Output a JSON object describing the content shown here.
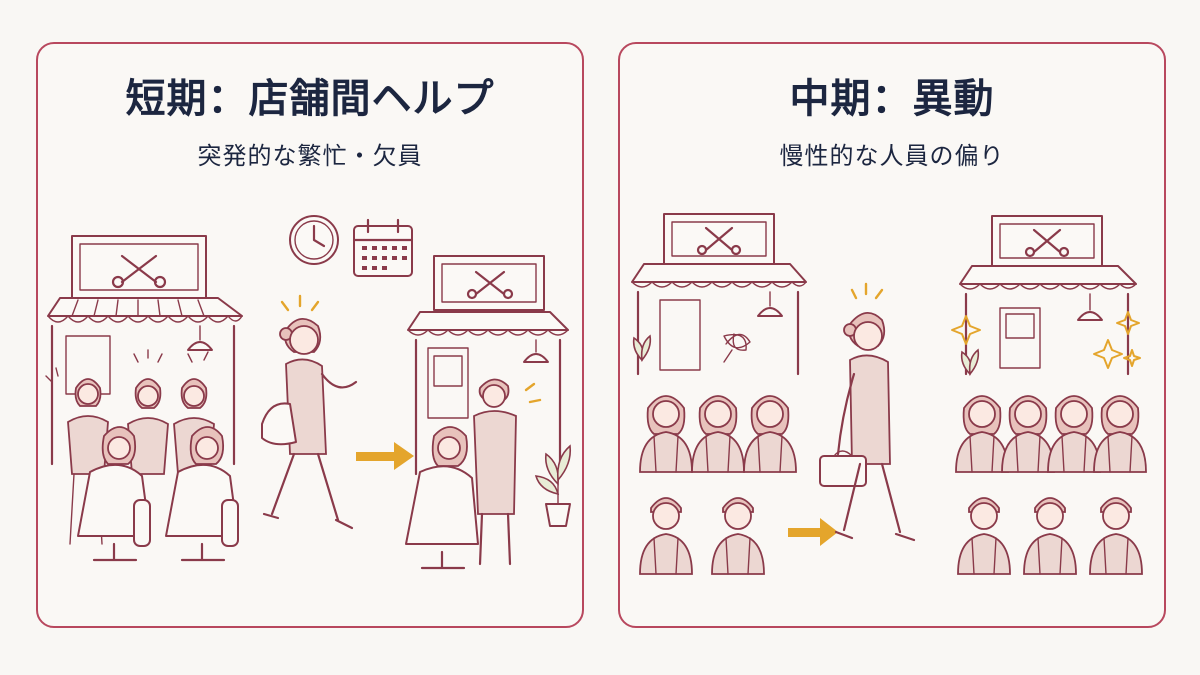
{
  "panels": {
    "left": {
      "title": "短期：店舗間ヘルプ",
      "subtitle": "突発的な繁忙・欠員"
    },
    "right": {
      "title": "中期：異動",
      "subtitle": "慢性的な人員の偏り"
    }
  },
  "colors": {
    "border": "#b8485e",
    "line": "#8a3a4a",
    "text": "#1c2640",
    "arrow": "#e4a52c",
    "background": "#f9f7f4"
  },
  "icons": [
    "scissors-comb-icon",
    "clock-icon",
    "calendar-icon",
    "arrow-right-icon",
    "sparkle-icon",
    "potted-plant-icon",
    "pendant-lamp-icon"
  ]
}
